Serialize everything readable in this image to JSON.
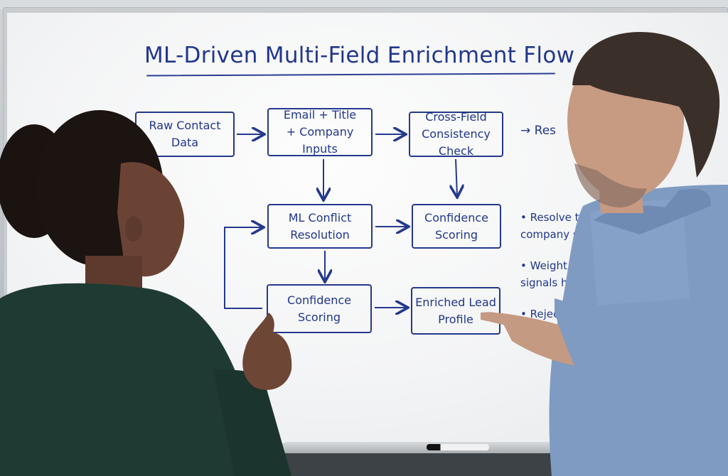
{
  "whiteboard": {
    "title": "ML-Driven Multi-Field Enrichment Flow",
    "boxes": {
      "raw": "Raw Contact\nData",
      "email": "Email + Title\n+ Company Inputs",
      "cross": "Cross-Field\nConsistency Check",
      "ml": "ML Conflict\nResolution",
      "conf1": "Confidence\nScoring",
      "conf2": "Confidence\nScoring",
      "lead": "Enriched Lead\nProfile"
    },
    "edge_text": "→ Res",
    "notes": [
      "• Resolve title vs\ncompany size c",
      "• Weight recent\nsignals highe",
      "• Reject\n  le ss"
    ]
  },
  "colors": {
    "ink": "#21378c",
    "board": "#f5f6f7",
    "woman_top": "#1f3a33",
    "man_shirt": "#7f9bc2"
  }
}
